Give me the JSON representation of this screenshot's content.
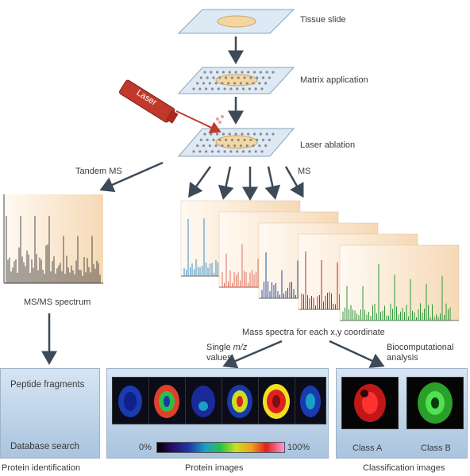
{
  "steps": {
    "tissue_slide": "Tissue slide",
    "matrix_application": "Matrix application",
    "laser_ablation": "Laser ablation",
    "laser": "Laser"
  },
  "branches": {
    "tandem_ms": "Tandem MS",
    "ms": "MS",
    "msms_spectrum": "MS/MS spectrum",
    "mass_spectra": "Mass spectra for each x,y coordinate",
    "single_mz_prefix": "Single ",
    "single_mz_italic": "m/z",
    "single_mz_suffix": "values",
    "biocomp_line1": "Biocomputational",
    "biocomp_line2": "analysis"
  },
  "panels": {
    "peptide_fragments": "Peptide fragments",
    "database_search": "Database search",
    "protein_identification": "Protein identification",
    "protein_images": "Protein images",
    "scale_min": "0%",
    "scale_max": "100%",
    "class_a": "Class A",
    "class_b": "Class B",
    "classification_images": "Classification images"
  },
  "colors": {
    "arrow": "#3d4a57",
    "laser": "#c0392b",
    "slide": "#dde9f5",
    "spot": "#f4d7a0",
    "spectra_series": [
      "#3a8fc8",
      "#e07060",
      "#2a4a9a",
      "#c02030",
      "#2a9a3a"
    ]
  }
}
